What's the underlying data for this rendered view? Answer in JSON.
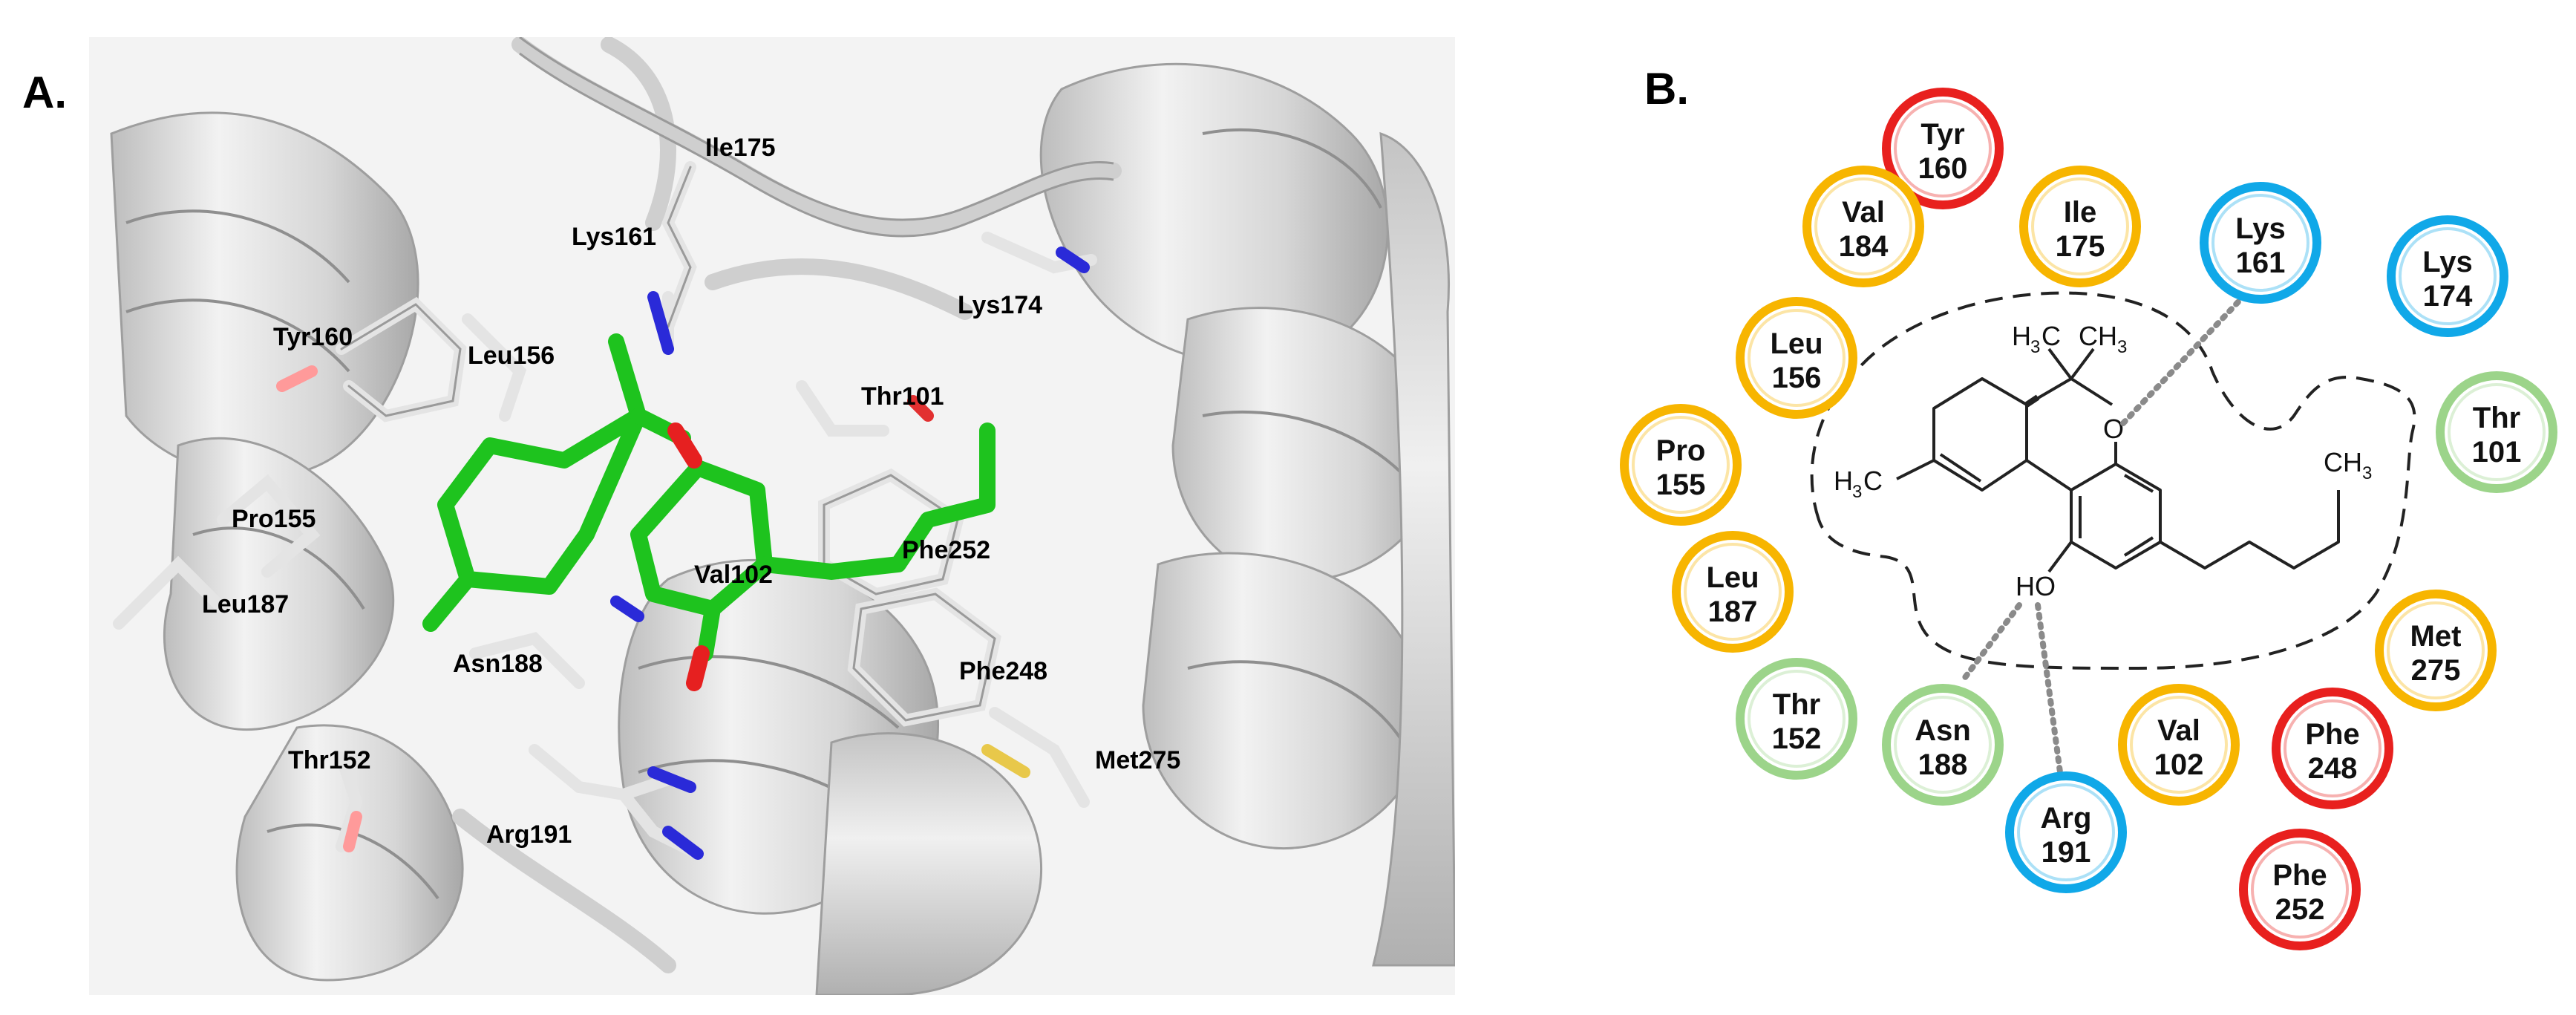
{
  "panel_a": {
    "letter": "A.",
    "residue_labels": [
      {
        "id": "ile175",
        "text": "Ile175"
      },
      {
        "id": "lys161",
        "text": "Lys161"
      },
      {
        "id": "lys174",
        "text": "Lys174"
      },
      {
        "id": "tyr160",
        "text": "Tyr160"
      },
      {
        "id": "leu156",
        "text": "Leu156"
      },
      {
        "id": "thr101",
        "text": "Thr101"
      },
      {
        "id": "pro155",
        "text": "Pro155"
      },
      {
        "id": "phe252",
        "text": "Phe252"
      },
      {
        "id": "val102",
        "text": "Val102"
      },
      {
        "id": "leu187",
        "text": "Leu187"
      },
      {
        "id": "asn188",
        "text": "Asn188"
      },
      {
        "id": "phe248",
        "text": "Phe248"
      },
      {
        "id": "thr152",
        "text": "Thr152"
      },
      {
        "id": "met275",
        "text": "Met275"
      },
      {
        "id": "arg191",
        "text": "Arg191"
      }
    ]
  },
  "panel_b": {
    "letter": "B.",
    "interaction_colors": {
      "yellow": "#f7b500",
      "red": "#e8201e",
      "blue": "#10a8e8",
      "green": "#9cd48a"
    },
    "residues": [
      {
        "id": "tyr160",
        "name": "Tyr",
        "number": "160",
        "color": "red"
      },
      {
        "id": "val184",
        "name": "Val",
        "number": "184",
        "color": "yellow"
      },
      {
        "id": "ile175",
        "name": "Ile",
        "number": "175",
        "color": "yellow"
      },
      {
        "id": "lys161",
        "name": "Lys",
        "number": "161",
        "color": "blue"
      },
      {
        "id": "lys174",
        "name": "Lys",
        "number": "174",
        "color": "blue"
      },
      {
        "id": "leu156",
        "name": "Leu",
        "number": "156",
        "color": "yellow"
      },
      {
        "id": "thr101",
        "name": "Thr",
        "number": "101",
        "color": "green"
      },
      {
        "id": "pro155",
        "name": "Pro",
        "number": "155",
        "color": "yellow"
      },
      {
        "id": "leu187",
        "name": "Leu",
        "number": "187",
        "color": "yellow"
      },
      {
        "id": "met275",
        "name": "Met",
        "number": "275",
        "color": "yellow"
      },
      {
        "id": "thr152",
        "name": "Thr",
        "number": "152",
        "color": "green"
      },
      {
        "id": "asn188",
        "name": "Asn",
        "number": "188",
        "color": "green"
      },
      {
        "id": "val102",
        "name": "Val",
        "number": "102",
        "color": "yellow"
      },
      {
        "id": "phe248",
        "name": "Phe",
        "number": "248",
        "color": "red"
      },
      {
        "id": "arg191",
        "name": "Arg",
        "number": "191",
        "color": "blue"
      },
      {
        "id": "phe252",
        "name": "Phe",
        "number": "252",
        "color": "red"
      }
    ],
    "molecule_labels": {
      "h3c_left": "H",
      "h3c_left_sub": "3",
      "h3c_left_tail": "C",
      "ch3_top": "CH",
      "ch3_top_sub": "3",
      "h3c_top": "H",
      "h3c_top_sub": "3",
      "h3c_top_tail": "C",
      "ch3_chain": "CH",
      "ch3_chain_sub": "3",
      "ring_o": "O",
      "ho": "HO"
    }
  }
}
